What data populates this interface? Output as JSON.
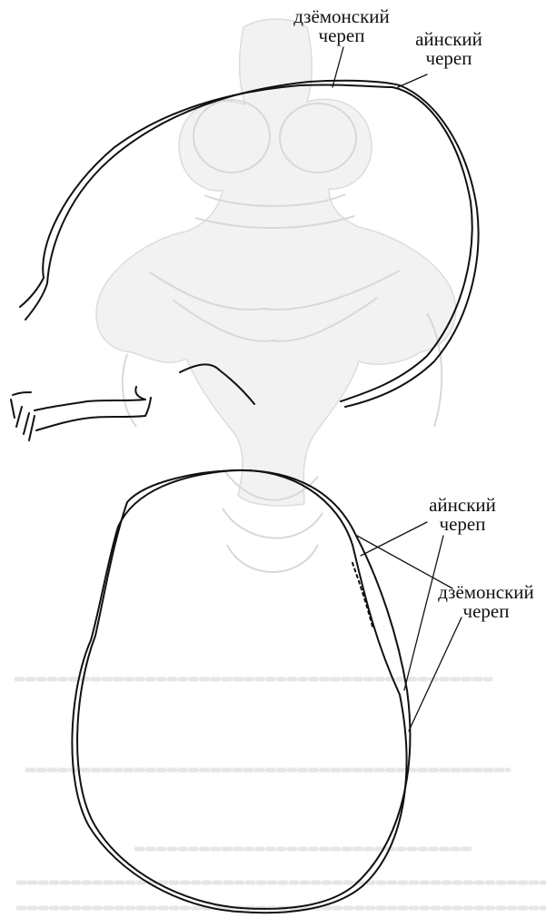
{
  "top_figure": {
    "label_jomon": {
      "line1": "дзёмонский",
      "line2": "череп"
    },
    "label_ainu": {
      "line1": "айнский",
      "line2": "череп"
    }
  },
  "bottom_figure": {
    "label_ainu": {
      "line1": "айнский",
      "line2": "череп"
    },
    "label_jomon": {
      "line1": "дзёмонский",
      "line2": "череп"
    }
  }
}
